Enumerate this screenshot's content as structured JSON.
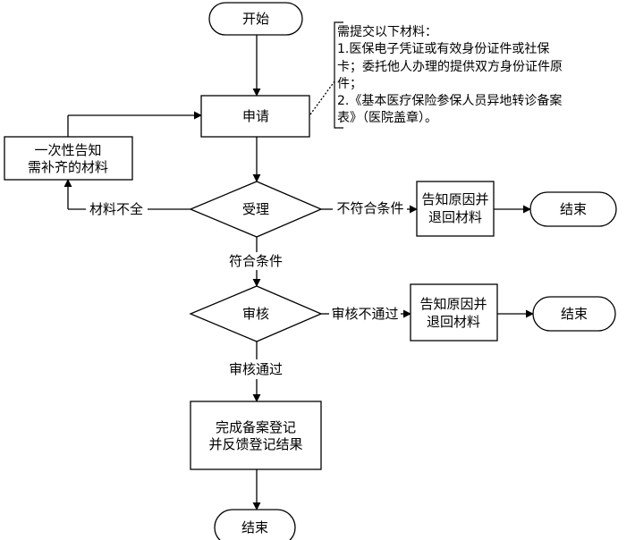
{
  "nodes": {
    "start": "开始",
    "apply": "申请",
    "notify_line1": "一次性告知",
    "notify_line2": "需补齐的材料",
    "accept": "受理",
    "reject1_line1": "告知原因并",
    "reject1_line2": "退回材料",
    "end1": "结束",
    "review": "审核",
    "reject2_line1": "告知原因并",
    "reject2_line2": "退回材料",
    "end2": "结束",
    "complete_line1": "完成备案登记",
    "complete_line2": "并反馈登记结果",
    "end3": "结束"
  },
  "edges": {
    "incomplete": "材料不全",
    "not_qualified": "不符合条件",
    "qualified": "符合条件",
    "not_passed": "审核不通过",
    "passed": "审核通过"
  },
  "note": {
    "line1": "需提交以下材料：",
    "line2": "1.医保电子凭证或有效身份证件或社保",
    "line3": "卡；委托他人办理的提供双方身份证件原",
    "line4": "件；",
    "line5": "2.《基本医疗保险参保人员异地转诊备案",
    "line6": "表》（医院盖章）。"
  }
}
